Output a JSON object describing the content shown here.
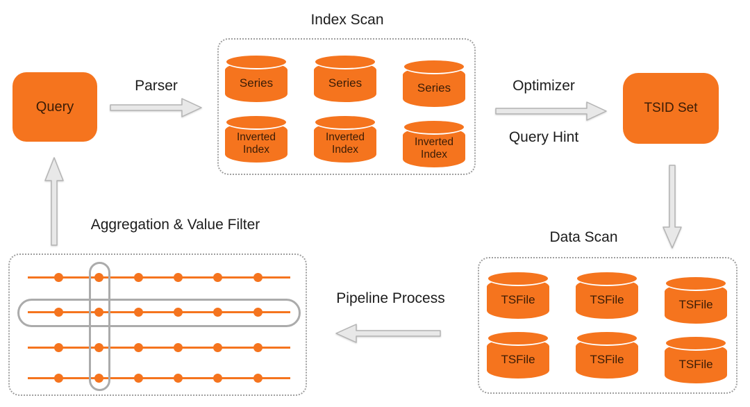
{
  "diagram": {
    "nodes": {
      "query": {
        "label": "Query"
      },
      "tsid_set": {
        "label": "TSID Set"
      }
    },
    "edge_labels": {
      "parser": "Parser",
      "optimizer": "Optimizer",
      "query_hint": "Query Hint",
      "pipeline_process": "Pipeline Process"
    },
    "index_scan": {
      "title": "Index Scan",
      "cylinders": [
        {
          "label": "Series"
        },
        {
          "label": "Series"
        },
        {
          "label": "Series"
        },
        {
          "label": "Inverted Index"
        },
        {
          "label": "Inverted Index"
        },
        {
          "label": "Inverted Index"
        }
      ]
    },
    "data_scan": {
      "title": "Data Scan",
      "cylinders": [
        {
          "label": "TSFile"
        },
        {
          "label": "TSFile"
        },
        {
          "label": "TSFile"
        },
        {
          "label": "TSFile"
        },
        {
          "label": "TSFile"
        },
        {
          "label": "TSFile"
        }
      ]
    },
    "aggregation": {
      "title": "Aggregation & Value Filter",
      "matrix": {
        "rows": 4,
        "dots_per_row": 6
      }
    },
    "colors": {
      "accent_orange": "#F5741E",
      "arrow_fill": "#E8E8E8",
      "arrow_stroke": "#B3B3B3",
      "dashed_border": "#9E9E9E",
      "capsule_stroke": "#ABABAB",
      "text_dark": "#1C1C1C",
      "text_on_orange": "#3A1C06"
    }
  }
}
